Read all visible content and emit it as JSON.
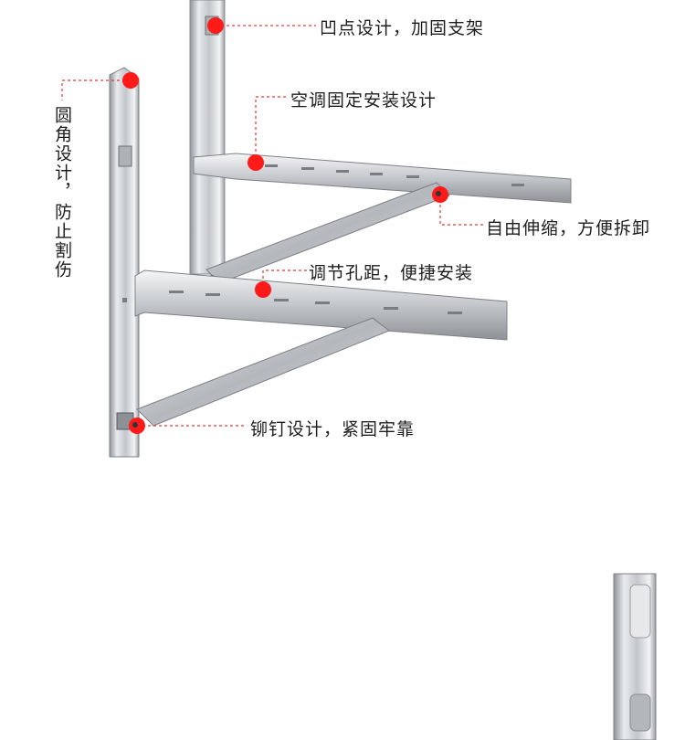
{
  "colors": {
    "marker": "#ff1a1a",
    "leader": "#e23a3a",
    "metal": "#c9ccd0",
    "text": "#1e1e1e"
  },
  "callouts": {
    "top_notch": "凹点设计，加固支架",
    "mount": "空调固定安装设计",
    "fold": "自由伸缩，方便拆卸",
    "adjust": "调节孔距，便捷安装",
    "rivet": "铆钉设计，紧固牢靠",
    "rounded_line1": "圆角设计，",
    "rounded_line2": "防止割伤"
  },
  "icons": {
    "marker": "red-dot-marker-icon"
  }
}
